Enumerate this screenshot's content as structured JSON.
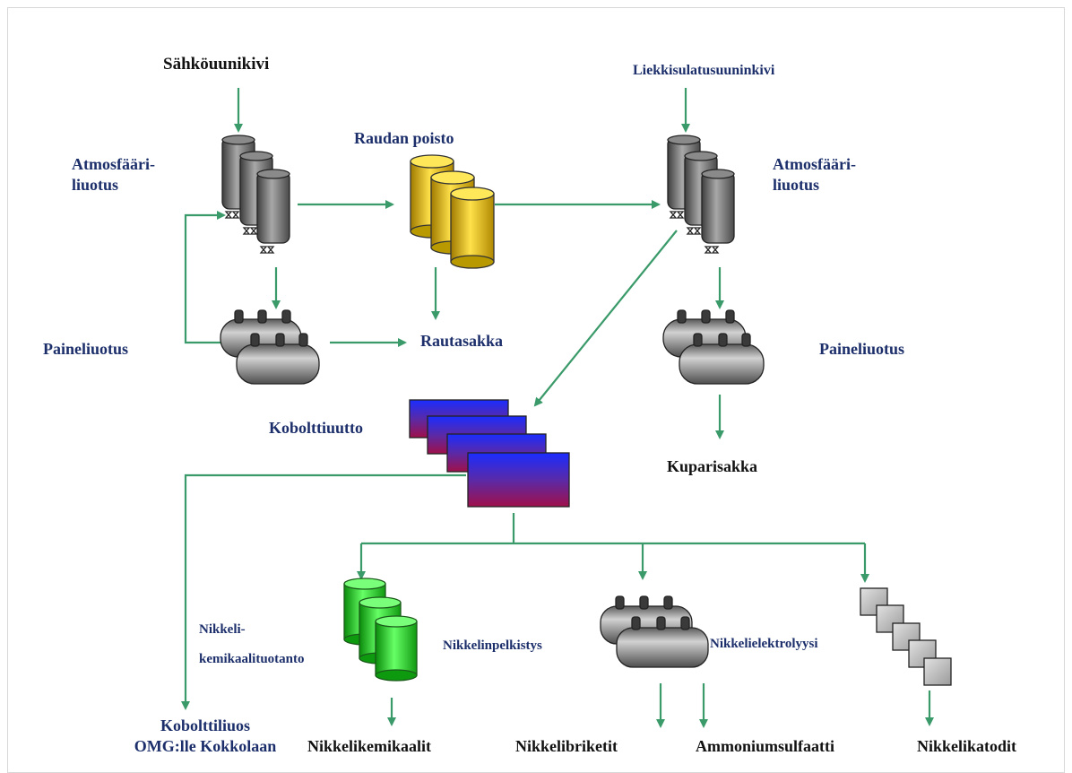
{
  "labels": {
    "sahkouunikivi": "Sähköuunikivi",
    "liekkisulatusuuninkivi": "Liekkisulatusuuninkivi",
    "atmos_left_1": "Atmosfääri-",
    "atmos_left_2": "liuotus",
    "atmos_right_1": "Atmosfääri-",
    "atmos_right_2": "liuotus",
    "raudan_poisto": "Raudan poisto",
    "rautasakka": "Rautasakka",
    "paineliuotus_left": "Paineliuotus",
    "paineliuotus_right": "Paineliuotus",
    "kobolttiuutto": "Kobolttiuutto",
    "kuparisakka": "Kuparisakka",
    "nikkeli_1": "Nikkeli-",
    "nikkeli_2": "kemikaalituotanto",
    "nikkelinpelkistys": "Nikkelinpelkistys",
    "nikkelielektrolyysi": "Nikkelielektrolyysi",
    "kobolttiliuos_1": "Kobolttiliuos",
    "kobolttiliuos_2": "OMG:lle Kokkolaan",
    "nikkelikemikaalit": "Nikkelikemikaalit",
    "nikkelibriketit": "Nikkelibriketit",
    "ammoniumsulfaatti": "Ammoniumsulfaatti",
    "nikkelikatodit": "Nikkelikatodit"
  },
  "colors": {
    "arrow": "#3a9a6a",
    "label_blue": "#1c2f6b",
    "label_dark": "#111111",
    "tank_grey": "#7a7a7a",
    "tank_yellow": "#e8c21a",
    "tank_green": "#2fd62f",
    "extractor_top": "#2233ff",
    "extractor_bottom": "#8a1060",
    "cathode_grey": "#c4c4c4"
  }
}
